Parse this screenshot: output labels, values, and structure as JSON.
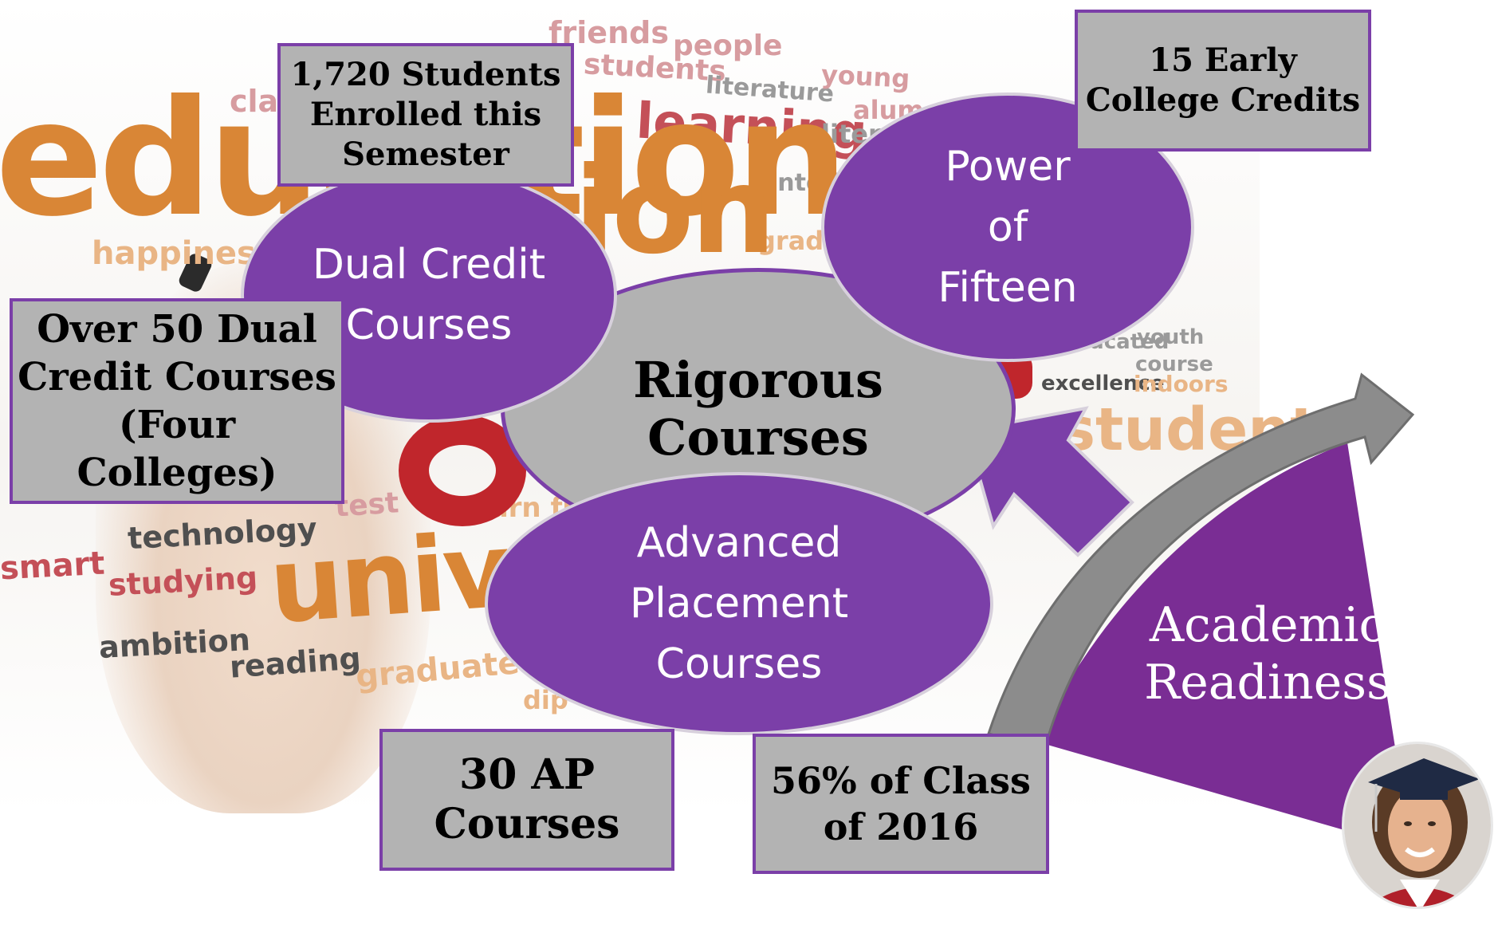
{
  "background_words": [
    "friends",
    "people",
    "students",
    "literature",
    "young",
    "clas",
    "learning",
    "alum",
    "liter",
    "intelli",
    "gradu",
    "happines",
    "education",
    "ion",
    "youth",
    "course",
    "educated",
    "excellence",
    "indoors",
    "student",
    "test",
    "technology",
    "smart",
    "studying",
    "univ",
    "learn fr",
    "ambition",
    "reading",
    "graduate",
    "dip"
  ],
  "center": {
    "label": "Rigorous\nCourses"
  },
  "satellites": {
    "dual_credit": "Dual Credit\nCourses",
    "power_of_fifteen": "Power\nof\nFifteen",
    "advanced_placement": "Advanced\nPlacement\nCourses"
  },
  "callouts": {
    "students_enrolled": "1,720 Students\nEnrolled this\nSemester",
    "early_credits": "15 Early\nCollege Credits",
    "dual_courses": "Over 50 Dual\nCredit Courses\n(Four Colleges)",
    "ap_courses": "30 AP\nCourses",
    "class_2016": "56% of Class\nof 2016"
  },
  "academic_readiness": "Academic\nReadiness",
  "colors": {
    "purple": "#7b3fa8",
    "box_gray": "#b3b3b3",
    "arrow_gray": "#8c8c8c"
  },
  "icons": [
    "graduate-photo-icon"
  ]
}
